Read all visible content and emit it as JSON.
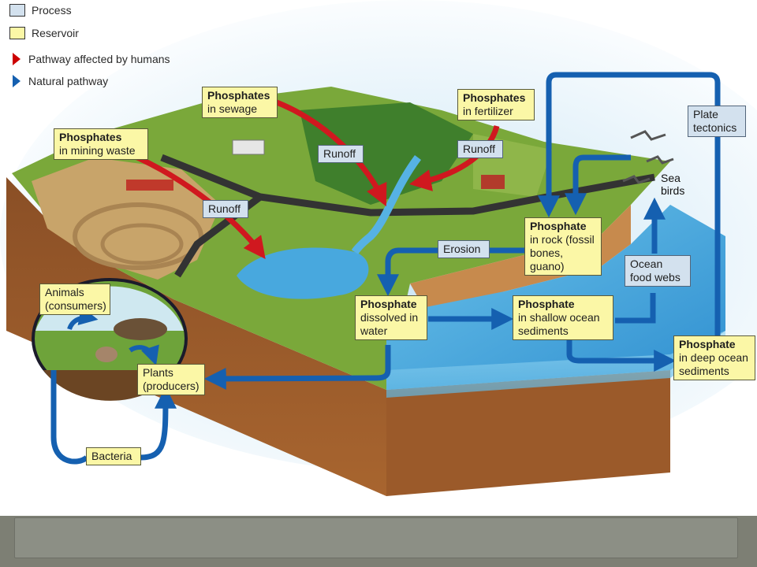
{
  "legend": {
    "process": "Process",
    "reservoir": "Reservoir",
    "human": "Pathway affected by humans",
    "natural": "Natural pathway"
  },
  "labels": {
    "mining_waste": {
      "title": "Phosphates",
      "sub": "in mining waste"
    },
    "sewage": {
      "title": "Phosphates",
      "sub": "in sewage"
    },
    "fertilizer": {
      "title": "Phosphates",
      "sub": "in fertilizer"
    },
    "rock": {
      "title": "Phosphate",
      "sub": "in rock (fossil bones, guano)"
    },
    "dissolved": {
      "title": "Phosphate",
      "sub": "dissolved in water"
    },
    "shallow": {
      "title": "Phosphate",
      "sub": "in shallow ocean sediments"
    },
    "deep": {
      "title": "Phosphate",
      "sub": "in deep ocean sediments"
    },
    "animals": "Animals (consumers)",
    "plants": "Plants (producers)",
    "bacteria": "Bacteria",
    "runoff_left": "Runoff",
    "runoff_mid": "Runoff",
    "runoff_right": "Runoff",
    "erosion": "Erosion",
    "plate": "Plate tectonics",
    "ocean_food": "Ocean food webs",
    "sea_birds": "Sea birds"
  },
  "colors": {
    "human_pathway": "#d0181f",
    "natural_pathway": "#1560b0",
    "reservoir": "#fbf7a6",
    "process": "#d3e1ee"
  }
}
